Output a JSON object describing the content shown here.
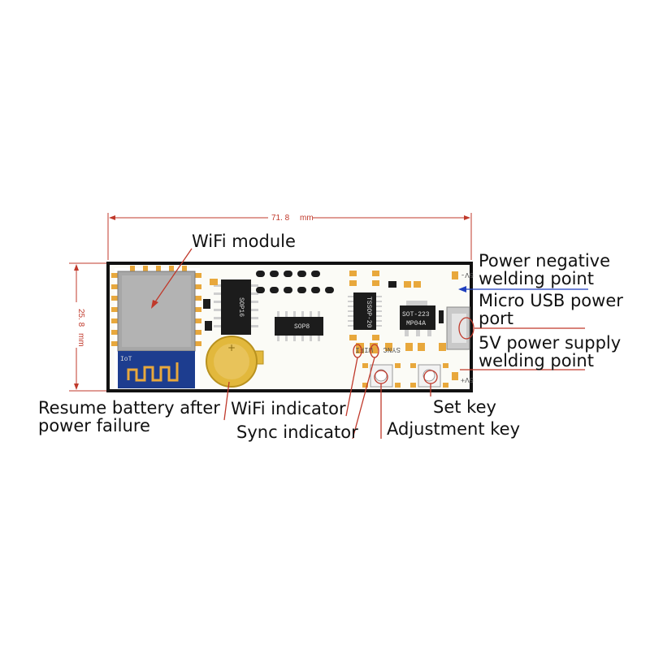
{
  "dimensions": {
    "width_label": "71. 8",
    "width_unit": "mm",
    "height_label": "25. 8",
    "height_unit": "mm"
  },
  "silkscreen": {
    "power_negative": "5V-",
    "power_positive": "5V+",
    "sync": "SYNC",
    "wifi": "WIFI",
    "tssop": "TSSOP-20",
    "regulator_package": "SOT-223",
    "regulator_part": "MP04A",
    "sop16": "SOP16",
    "sop8": "SOP8",
    "wifi_module_mark": "IoT"
  },
  "labels": {
    "wifi_module": "WiFi module",
    "power_negative_line1": "Power negative",
    "power_negative_line2": "welding point",
    "micro_usb_line1": "Micro USB power",
    "micro_usb_line2": "port",
    "five_v_line1": "5V power supply",
    "five_v_line2": "welding point",
    "battery_line1": "Resume battery after",
    "battery_line2": "power failure",
    "wifi_indicator": "WiFi indicator",
    "sync_indicator": "Sync indicator",
    "set_key": "Set key",
    "adjustment_key": "Adjustment key"
  },
  "colors": {
    "pcb": "#fbfbf6",
    "outline": "#111111",
    "leader_red": "#c0392b",
    "leader_blue": "#1f3fbf",
    "battery_gold": "#e2b83c",
    "module_shield": "#a7a7a7",
    "antenna_blue": "#1d3d8f",
    "pad_gold": "#e8a83c",
    "chip_black": "#1c1c1c"
  }
}
